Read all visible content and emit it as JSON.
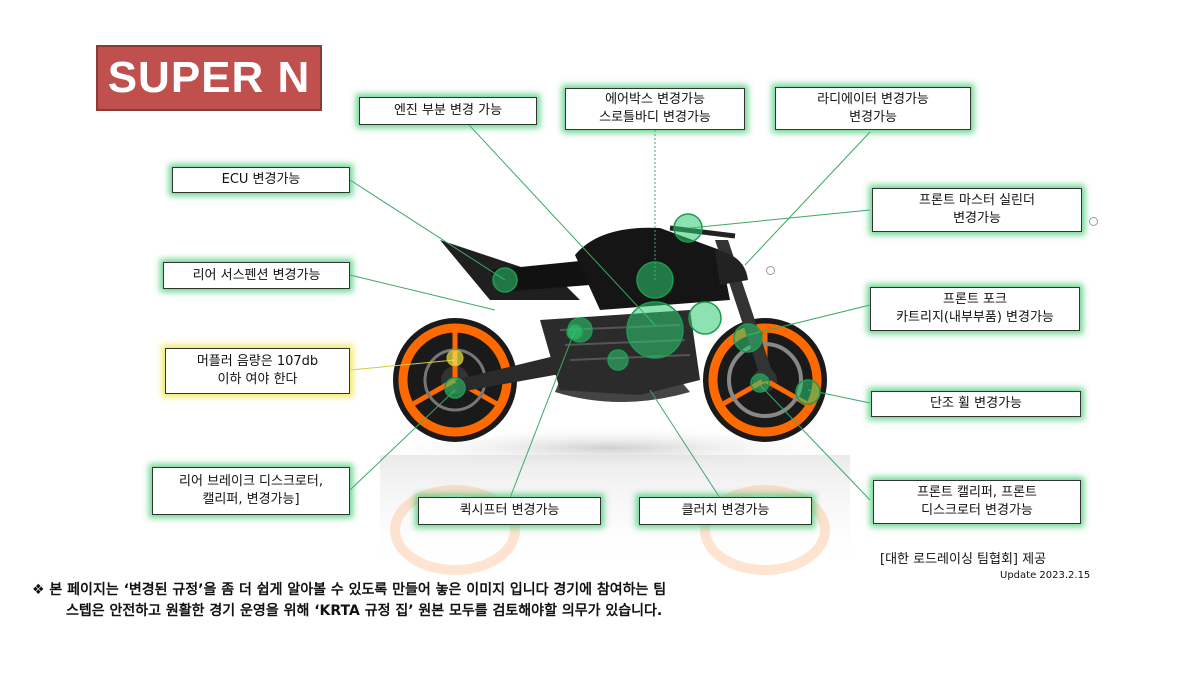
{
  "title": "SUPER N",
  "labels": {
    "engine": "엔진 부분 변경 가능",
    "airbox_l1": "에어박스 변경가능",
    "airbox_l2": "스로틀바디 변경가능",
    "radiator_l1": "라디에이터 변경가능",
    "radiator_l2": "변경가능",
    "ecu": "ECU 변경가능",
    "master_l1": "프론트 마스터 실린더",
    "master_l2": "변경가능",
    "rear_susp": "리어 서스펜션 변경가능",
    "fork_l1": "프론트 포크",
    "fork_l2": "카트리지(내부부품) 변경가능",
    "muffler_l1": "머플러 음량은 107db",
    "muffler_l2": "이하 여야 한다",
    "wheel": "단조 휠 변경가능",
    "rear_brake_l1": "리어 브레이크 디스크로터,",
    "rear_brake_l2": "캘리퍼, 변경가능]",
    "quickshifter": "퀵시프터 변경가능",
    "clutch": "클러치 변경가능",
    "front_caliper_l1": "프론트 캘리퍼, 프론트",
    "front_caliper_l2": "디스크로터 변경가능"
  },
  "credit": "[대한 로드레이싱 팀협회] 제공",
  "update": "Update 2023.2.15",
  "note": {
    "line1": "❖ 본 페이지는 ‘변경된 규정’을 좀 더 쉽게 알아볼 수 있도록 만들어 놓은 이미지 입니다 경기에 참여하는 팀",
    "line2": "스텝은 안전하고 원활한 경기 운영을 위해 ‘KRTA 규정 집’ 원본 모두를 검토해야할 의무가 있습니다."
  },
  "colors": {
    "title_bg": "#c0504d",
    "highlight_green": "#2ecc71",
    "highlight_yellow": "#f0e650",
    "wheel_orange": "#ff6a00"
  }
}
